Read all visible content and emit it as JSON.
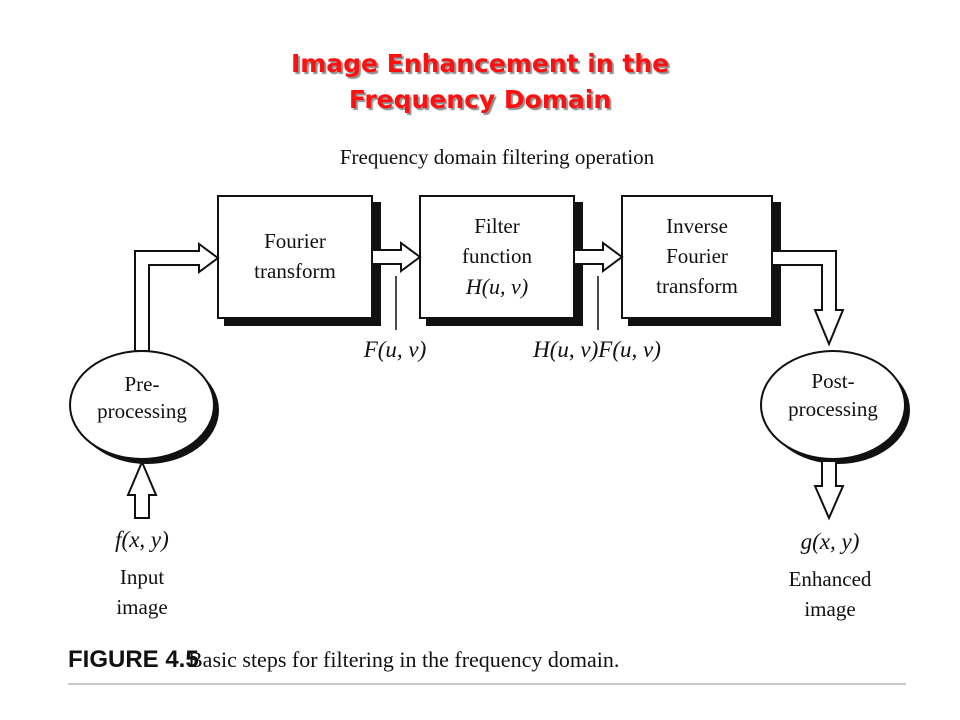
{
  "title": {
    "line1": "Image Enhancement in the",
    "line2": "Frequency Domain"
  },
  "diagram": {
    "section_label": "Frequency domain filtering operation",
    "blocks": {
      "fourier": [
        "Fourier",
        "transform"
      ],
      "filter": [
        "Filter",
        "function",
        "H(u, v)"
      ],
      "inverse": [
        "Inverse",
        "Fourier",
        "transform"
      ]
    },
    "nodes": {
      "pre": [
        "Pre-",
        "processing"
      ],
      "post": [
        "Post-",
        "processing"
      ]
    },
    "signals": {
      "F": "F(u, v)",
      "HF": "H(u, v)F(u, v)",
      "input_fn": "f(x, y)",
      "output_fn": "g(x, y)"
    },
    "captions": {
      "input": [
        "Input",
        "image"
      ],
      "output": [
        "Enhanced",
        "image"
      ]
    }
  },
  "figure": {
    "label": "FIGURE 4.5",
    "caption": "Basic steps for filtering in the frequency domain."
  },
  "colors": {
    "title": "#ff1010",
    "title_shadow": "#8f8f8f",
    "ink": "#111111",
    "rule": "#c8c8c8"
  }
}
